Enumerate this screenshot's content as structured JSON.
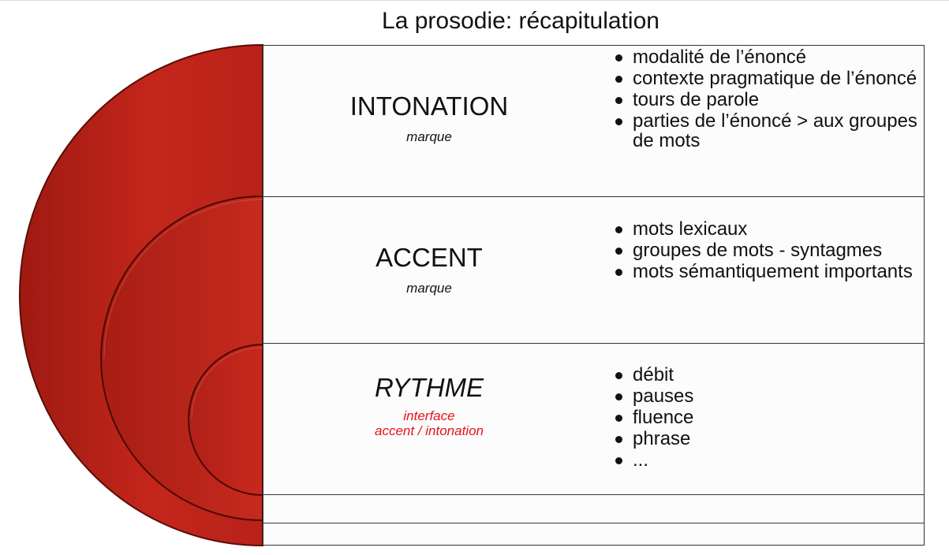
{
  "title": "La prosodie: récapitulation",
  "colors": {
    "arc_fill": "#c4261b",
    "arc_stroke": "#5a0d08",
    "accent_text": "#e8121a",
    "border": "#333333"
  },
  "rows": [
    {
      "heading": "INTONATION",
      "subtitle": "marque",
      "items": [
        "modalité de l’énoncé",
        "contexte pragmatique de l’énoncé",
        "tours de parole",
        "parties de l’énoncé > aux groupes de mots"
      ]
    },
    {
      "heading": "ACCENT",
      "subtitle": "marque",
      "items": [
        "mots lexicaux",
        "groupes de mots - syntagmes",
        "mots sémantiquement importants"
      ]
    },
    {
      "heading": "RYTHME",
      "subtitle_line1": "interface",
      "subtitle_line2": "accent / intonation",
      "items": [
        "débit",
        "pauses",
        "fluence",
        "phrase",
        "..."
      ]
    }
  ]
}
